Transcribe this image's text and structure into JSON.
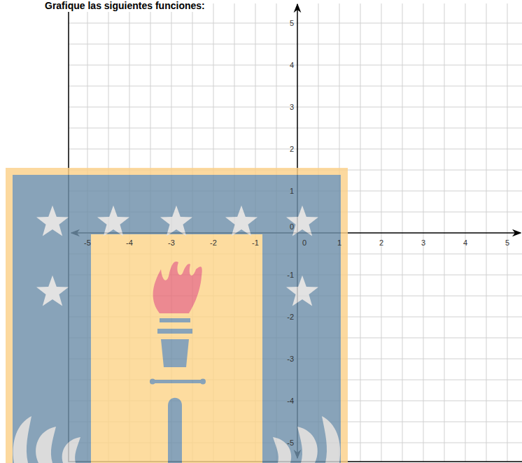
{
  "diagram": {
    "title": "Grafique las siguientes funciones:",
    "labels": [
      "-5",
      "-4",
      "-3",
      "-2",
      "-1",
      "0",
      "1",
      "2",
      "3",
      "4",
      "5",
      "5",
      "4",
      "3",
      "2",
      "1",
      "0",
      "-1",
      "-2",
      "-3",
      "-4",
      "-5"
    ]
  }
}
